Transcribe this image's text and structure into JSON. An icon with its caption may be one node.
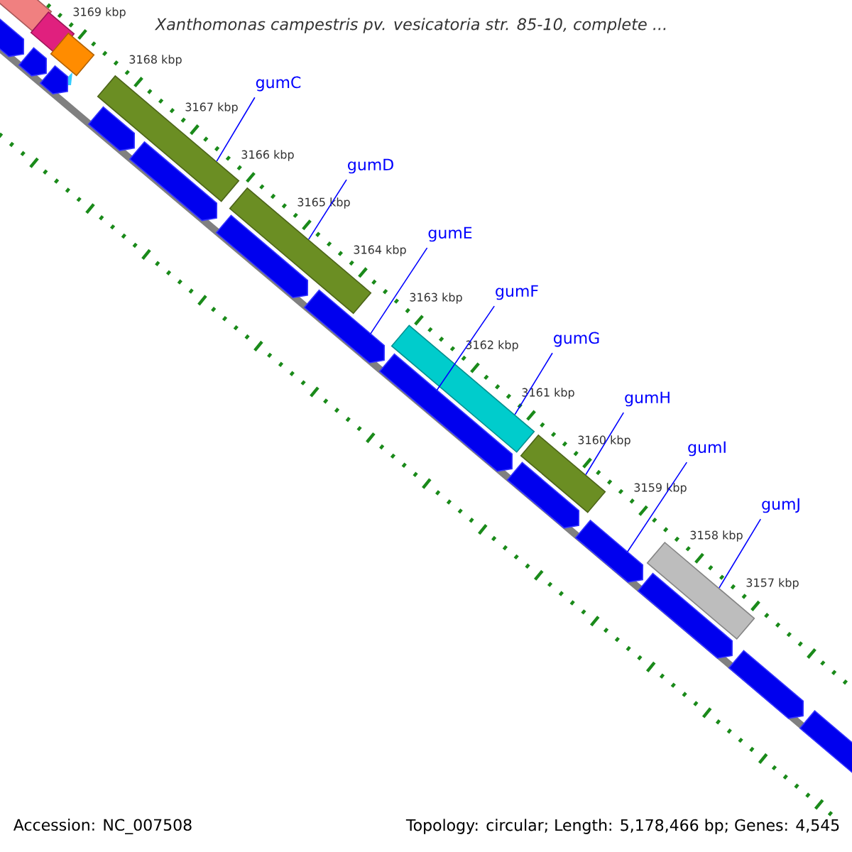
{
  "diagram": {
    "title": "Xanthomonas campestris pv. vesicatoria str. 85-10, complete ...",
    "nodes": [
      {
        "text": [
          "gumC"
        ]
      },
      {
        "text": [
          "gumD"
        ]
      },
      {
        "text": [
          "gumE"
        ]
      },
      {
        "text": [
          "gumF"
        ]
      },
      {
        "text": [
          "gumG"
        ]
      },
      {
        "text": [
          "gumH"
        ]
      },
      {
        "text": [
          "gumI"
        ]
      },
      {
        "text": [
          "gumJ"
        ]
      },
      {
        "text": [],
        "shape": "bar"
      },
      {
        "text": [],
        "shape": "bar"
      },
      {
        "text": [],
        "shape": "bar"
      },
      {
        "text": [],
        "shape": "bar"
      },
      {
        "text": [],
        "shape": "bar"
      },
      {
        "text": [],
        "shape": "bar"
      },
      {
        "text": [],
        "shape": "bar"
      },
      {
        "text": [],
        "shape": "bar"
      },
      {
        "text": [],
        "shape": "bar"
      },
      {
        "text": [],
        "shape": "bar"
      },
      {
        "text": [],
        "shape": "bar"
      },
      {
        "text": [],
        "shape": "bar"
      },
      {
        "text": [],
        "shape": "bar"
      },
      {
        "text": [],
        "shape": "bar"
      },
      {
        "text": [],
        "shape": "bar"
      },
      {
        "text": [],
        "shape": "bar"
      },
      {
        "text": [],
        "shape": "bar"
      },
      {
        "text": [],
        "shape": "bar"
      },
      {
        "text": [],
        "shape": "bar"
      },
      {
        "text": [],
        "shape": "bar"
      },
      {
        "text": [],
        "shape": "bar"
      }
    ],
    "edges": [
      {
        "from": 0,
        "to": 11,
        "arrow": "none"
      },
      {
        "from": 1,
        "to": 12,
        "arrow": "none"
      },
      {
        "from": 2,
        "to": 22,
        "arrow": "none"
      },
      {
        "from": 3,
        "to": 23,
        "arrow": "none"
      },
      {
        "from": 4,
        "to": 13,
        "arrow": "none"
      },
      {
        "from": 5,
        "to": 14,
        "arrow": "none"
      },
      {
        "from": 6,
        "to": 25,
        "arrow": "none"
      },
      {
        "from": 7,
        "to": 15,
        "arrow": "none"
      }
    ],
    "labels": [
      "3169 kbp",
      "3168 kbp",
      "3167 kbp",
      "3166 kbp",
      "3165 kbp",
      "3164 kbp",
      "3163 kbp",
      "3162 kbp",
      "3161 kbp",
      "3160 kbp",
      "3159 kbp",
      "3158 kbp",
      "3157 kbp",
      "Accession: NC_007508",
      "Topology: circular; Length: 5,178,466 bp; Genes: 4,545"
    ]
  }
}
